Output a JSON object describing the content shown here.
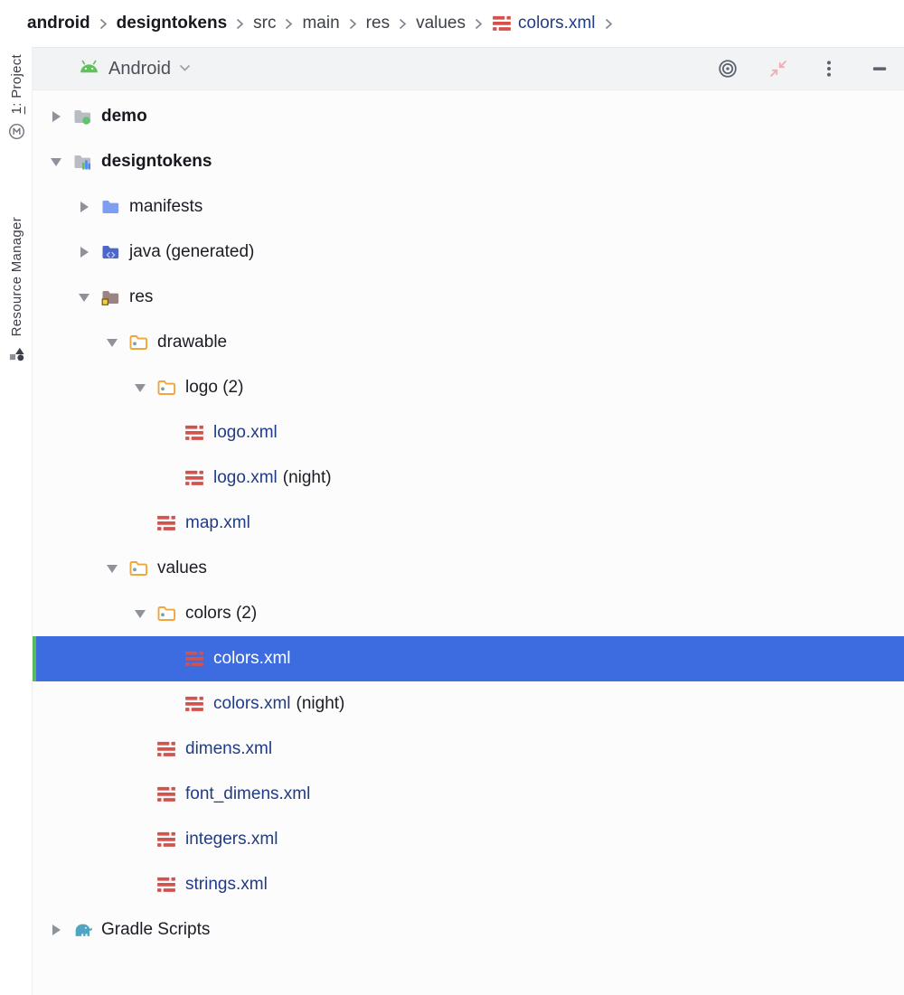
{
  "colors": {
    "selection_bg": "#3D6CE0",
    "selection_stripe": "#5BBB5B",
    "file_link": "#213C85",
    "xml_icon_red": "#D5514B",
    "resource_folder_orange": "#F0A63A",
    "android_green": "#5FC25A"
  },
  "breadcrumb": {
    "items": [
      {
        "label": "android",
        "bold": true
      },
      {
        "label": "designtokens",
        "bold": true
      },
      {
        "label": "src"
      },
      {
        "label": "main"
      },
      {
        "label": "res"
      },
      {
        "label": "values"
      },
      {
        "label": "colors.xml",
        "icon": "xml-file",
        "link": true
      }
    ],
    "trailing_separator": true
  },
  "toolwindow_header": {
    "title": "Android",
    "actions": [
      {
        "name": "locate",
        "label": "Select Opened File"
      },
      {
        "name": "collapse",
        "label": "Collapse"
      },
      {
        "name": "more",
        "label": "Options"
      },
      {
        "name": "minimize",
        "label": "Hide"
      }
    ]
  },
  "sidebar": {
    "tabs": [
      {
        "mnemonic": "1",
        "rest": ": Project",
        "icon": "circled-m"
      },
      {
        "mnemonic": "",
        "rest": "Resource Manager",
        "icon": "shapes"
      }
    ]
  },
  "tree": {
    "rows": [
      {
        "label": "demo",
        "level": 0,
        "arrow": "collapsed",
        "icon": "module-app",
        "bold": true
      },
      {
        "label": "designtokens",
        "level": 0,
        "arrow": "expanded",
        "icon": "module-lib",
        "bold": true
      },
      {
        "label": "manifests",
        "level": 1,
        "arrow": "collapsed",
        "icon": "folder-blue"
      },
      {
        "label": "java (generated)",
        "level": 1,
        "arrow": "collapsed",
        "icon": "folder-java"
      },
      {
        "label": "res",
        "level": 1,
        "arrow": "expanded",
        "icon": "folder-res"
      },
      {
        "label": "drawable",
        "level": 2,
        "arrow": "expanded",
        "icon": "folder-resource"
      },
      {
        "label": "logo (2)",
        "level": 3,
        "arrow": "expanded",
        "icon": "folder-resource"
      },
      {
        "label": "logo.xml",
        "level": 4,
        "arrow": "none",
        "icon": "xml-file",
        "file": true
      },
      {
        "label": "logo.xml",
        "qualifier": "(night)",
        "level": 4,
        "arrow": "none",
        "icon": "xml-file",
        "file": true
      },
      {
        "label": "map.xml",
        "level": 3,
        "arrow": "none",
        "icon": "xml-file",
        "file": true
      },
      {
        "label": "values",
        "level": 2,
        "arrow": "expanded",
        "icon": "folder-resource"
      },
      {
        "label": "colors (2)",
        "level": 3,
        "arrow": "expanded",
        "icon": "folder-resource"
      },
      {
        "label": "colors.xml",
        "level": 4,
        "arrow": "none",
        "icon": "xml-file",
        "file": true,
        "selected": true
      },
      {
        "label": "colors.xml",
        "qualifier": "(night)",
        "level": 4,
        "arrow": "none",
        "icon": "xml-file",
        "file": true
      },
      {
        "label": "dimens.xml",
        "level": 3,
        "arrow": "none",
        "icon": "xml-file",
        "file": true
      },
      {
        "label": "font_dimens.xml",
        "level": 3,
        "arrow": "none",
        "icon": "xml-file",
        "file": true
      },
      {
        "label": "integers.xml",
        "level": 3,
        "arrow": "none",
        "icon": "xml-file",
        "file": true
      },
      {
        "label": "strings.xml",
        "level": 3,
        "arrow": "none",
        "icon": "xml-file",
        "file": true
      },
      {
        "label": "Gradle Scripts",
        "level": 0,
        "arrow": "collapsed",
        "icon": "gradle"
      }
    ]
  }
}
